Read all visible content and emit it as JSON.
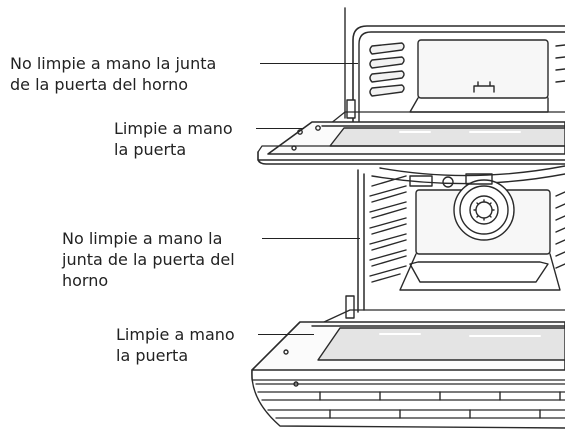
{
  "labels": [
    {
      "id": "upper-gasket",
      "lines": [
        "No limpie a mano la junta",
        "de la puerta del horno"
      ]
    },
    {
      "id": "upper-door",
      "lines": [
        "Limpie a mano",
        "la puerta"
      ]
    },
    {
      "id": "lower-gasket",
      "lines": [
        "No limpie a mano la",
        "junta de la puerta del",
        "horno"
      ]
    },
    {
      "id": "lower-door",
      "lines": [
        "Limpie a mano",
        "la puerta"
      ]
    }
  ],
  "colors": {
    "line": "#2a2a2a",
    "text": "#222222",
    "glass": "#e4e4e4",
    "cavity": "#f4f4f4",
    "background": "#ffffff"
  }
}
